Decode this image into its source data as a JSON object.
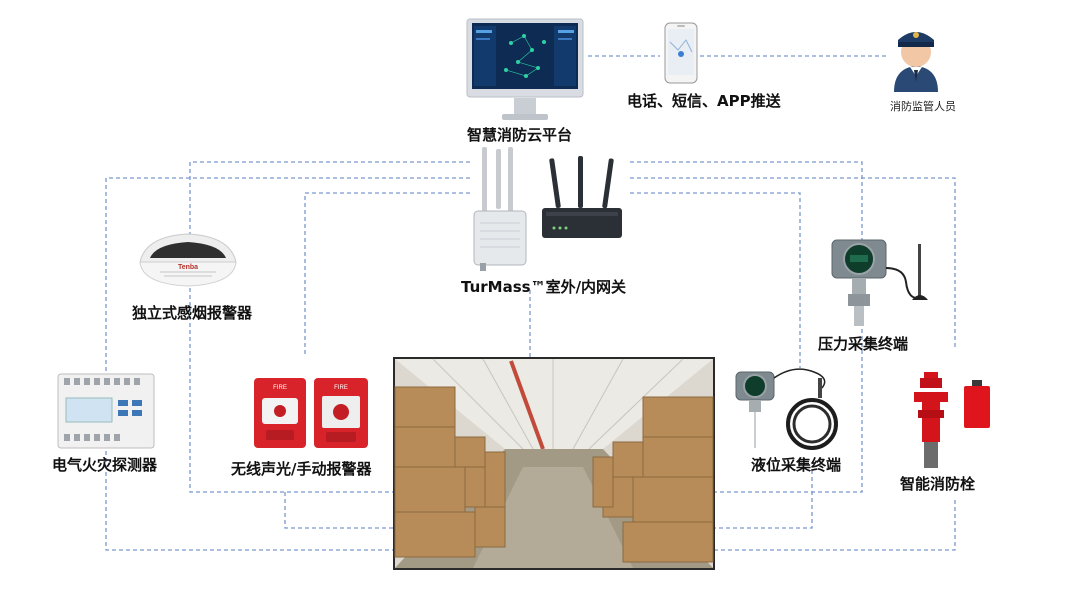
{
  "nodes": {
    "cloud_platform": {
      "label": "智慧消防云平台"
    },
    "notify": {
      "label": "电话、短信、APP推送"
    },
    "supervisor": {
      "label": "消防监管人员"
    },
    "gateway": {
      "label": "TurMass™室外/内网关"
    },
    "smoke_detector": {
      "label": "独立式感烟报警器",
      "brand": "Tenba"
    },
    "pressure": {
      "label": "压力采集终端"
    },
    "electric": {
      "label": "电气火灾探测器"
    },
    "alarm": {
      "label": "无线声光/手动报警器",
      "device_text": "FIRE"
    },
    "level": {
      "label": "液位采集终端"
    },
    "hydrant": {
      "label": "智能消防栓"
    }
  },
  "colors": {
    "link": "#7b97cf",
    "alarm_red": "#d8232a",
    "hydrant_red": "#d4141b",
    "gateway_dark": "#2b2f36"
  }
}
